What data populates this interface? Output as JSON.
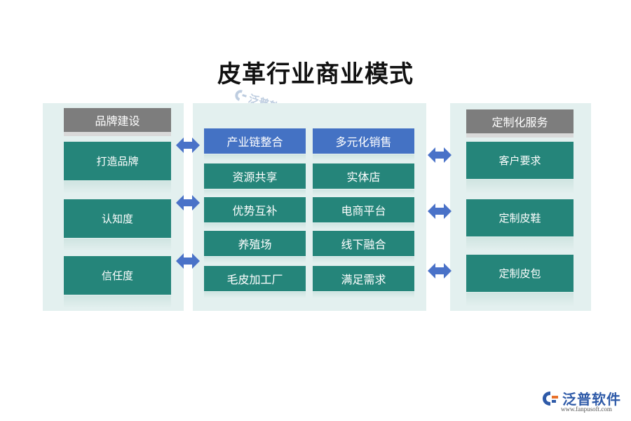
{
  "title": "皮革行业商业模式",
  "left": {
    "header": "品牌建设",
    "items": [
      "打造品牌",
      "认知度",
      "信任度"
    ]
  },
  "middle": {
    "col1": [
      "产业链整合",
      "资源共享",
      "优势互补",
      "养殖场",
      "毛皮加工厂"
    ],
    "col2": [
      "多元化销售",
      "实体店",
      "电商平台",
      "线下融合",
      "满足需求"
    ]
  },
  "right": {
    "header": "定制化服务",
    "items": [
      "客户要求",
      "定制皮鞋",
      "定制皮包"
    ]
  },
  "watermark": "泛普软件",
  "logo": {
    "name": "泛普软件",
    "url": "www.fanpusoft.com"
  },
  "colors": {
    "header_gray": "#7d7d7d",
    "teal": "#25857a",
    "blue": "#4472c4",
    "arrow": "#4a72c8",
    "panel_bg": "#e3f0ef"
  }
}
